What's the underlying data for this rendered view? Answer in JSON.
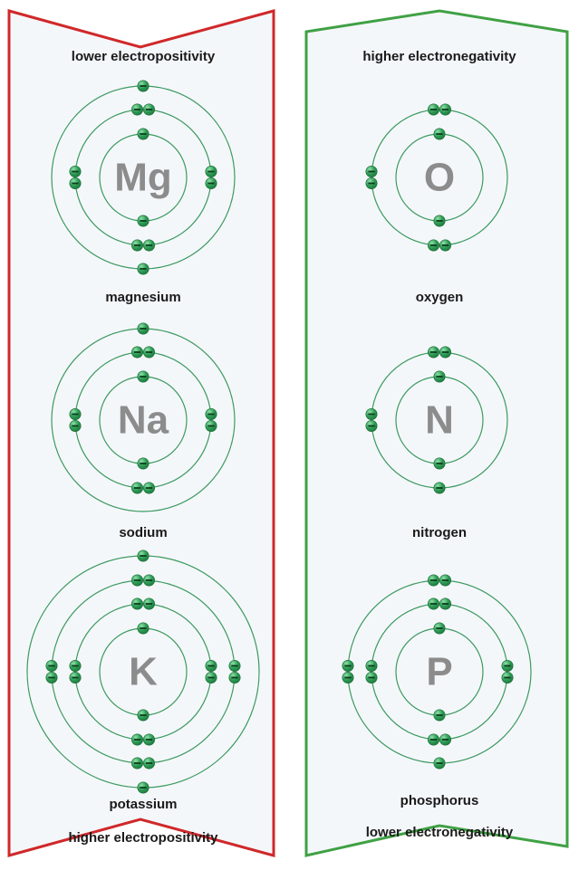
{
  "colors": {
    "left_border": "#d0282a",
    "right_border": "#3fa144",
    "panel_fill": "#f4f7fa",
    "shell": "#3c9a60",
    "electron": "#2e9b55",
    "electron_highlight": "#7fd49a",
    "symbol": "#8c8c8c"
  },
  "left_panel": {
    "top_label": "lower electropositivity",
    "bottom_label": "higher electropositivity",
    "atoms": [
      {
        "symbol": "Mg",
        "name": "magnesium",
        "shell_counts": [
          2,
          8,
          2
        ]
      },
      {
        "symbol": "Na",
        "name": "sodium",
        "shell_counts": [
          2,
          8,
          1
        ]
      },
      {
        "symbol": "K",
        "name": "potassium",
        "shell_counts": [
          2,
          8,
          8,
          1
        ]
      }
    ]
  },
  "right_panel": {
    "top_label": "higher electronegativity",
    "bottom_label": "lower electronegativity",
    "atoms": [
      {
        "symbol": "O",
        "name": "oxygen",
        "shell_counts": [
          2,
          6
        ]
      },
      {
        "symbol": "N",
        "name": "nitrogen",
        "shell_counts": [
          2,
          5
        ]
      },
      {
        "symbol": "P",
        "name": "phosphorus",
        "shell_counts": [
          2,
          8,
          5
        ]
      }
    ]
  }
}
